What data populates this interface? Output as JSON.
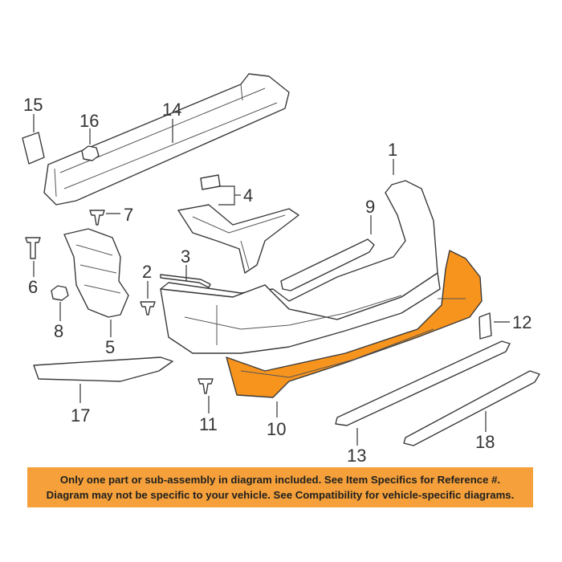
{
  "callouts": {
    "c1": "1",
    "c2": "2",
    "c3": "3",
    "c4": "4",
    "c5": "5",
    "c6": "6",
    "c7": "7",
    "c8": "8",
    "c9": "9",
    "c10": "10",
    "c11": "11",
    "c12": "12",
    "c13": "13",
    "c14": "14",
    "c15": "15",
    "c16": "16",
    "c17": "17",
    "c18": "18"
  },
  "notice": {
    "line1": "Only one part or sub-assembly in diagram included. See Item Specifics for Reference #.",
    "line2": "Diagram may not be specific to your vehicle. See Compatibility for vehicle-specific diagrams."
  },
  "colors": {
    "highlight_part": "#f7941d",
    "notice_background": "#f5a03a"
  }
}
